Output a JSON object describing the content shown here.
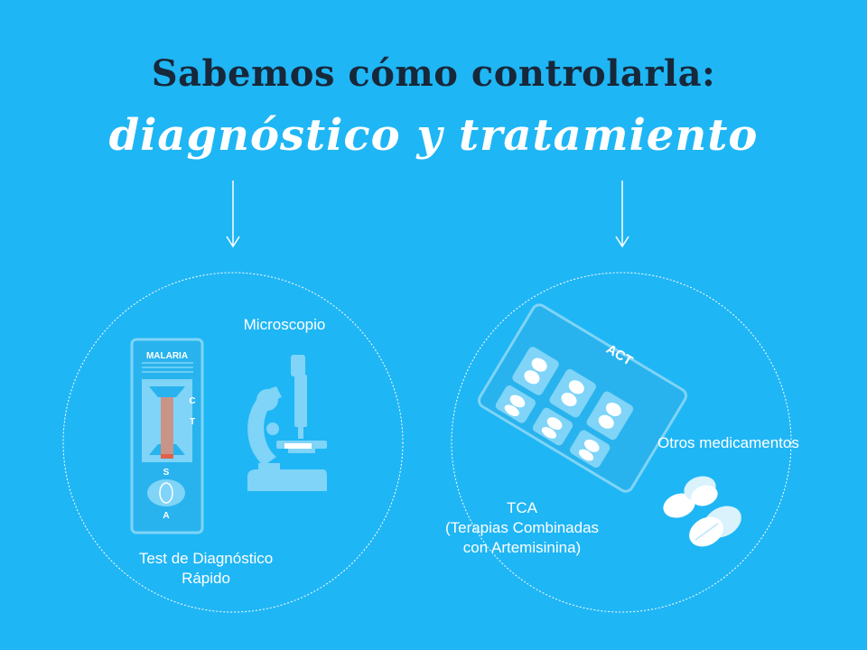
{
  "title": {
    "line1": "Sabemos cómo controlarla:",
    "line2": "diagnóstico y tratamiento"
  },
  "diagnosis": {
    "rdt_label": "Test de Diagnóstico Rápido",
    "rdt_label_line1": "Test de Diagnóstico",
    "rdt_label_line2": "Rápido",
    "rdt_brand": "MALARIA",
    "rdt_marks": [
      "C",
      "T",
      "S",
      "A"
    ],
    "microscope_label": "Microscopio"
  },
  "treatment": {
    "blister_text": "ACT",
    "tca_line1": "TCA",
    "tca_line2": "(Terapias Combinadas",
    "tca_line3": "con Artemisinina)",
    "other_meds_label": "Otros medicamentos"
  },
  "colors": {
    "background": "#1fb6f5",
    "title_dark": "#17283a",
    "illustration": "#7fd4f7",
    "white": "#ffffff"
  }
}
